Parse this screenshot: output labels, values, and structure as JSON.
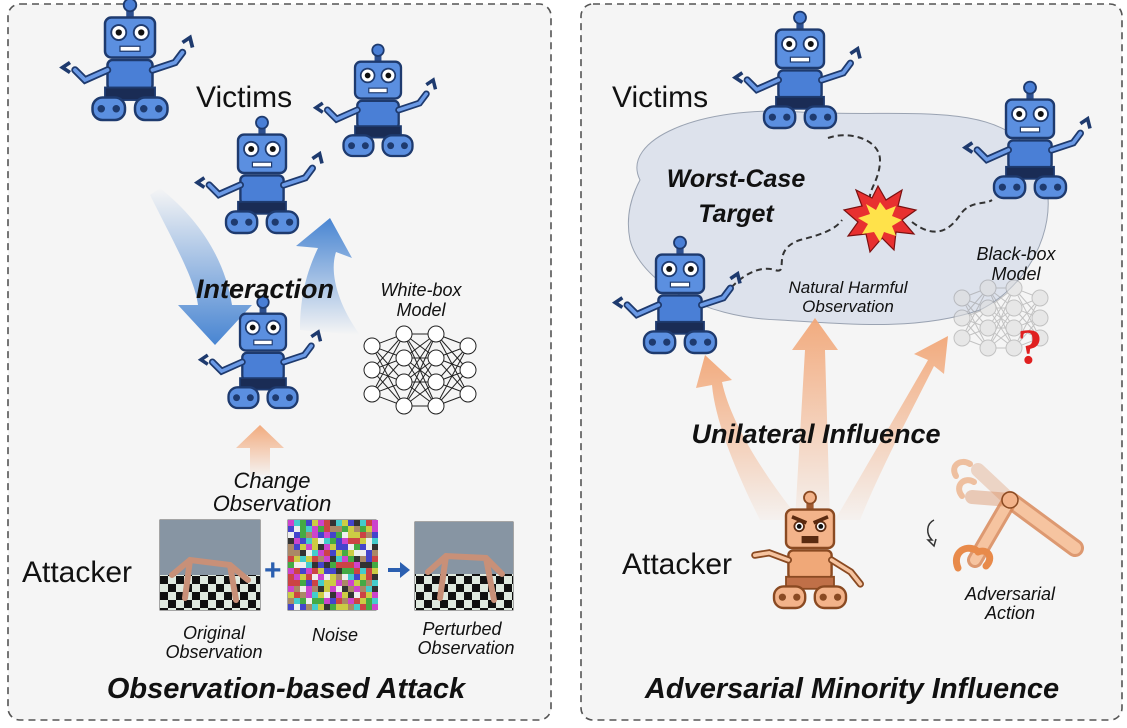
{
  "left_panel": {
    "title": "Observation-based Attack",
    "victims_label": "Victims",
    "interaction_label": "Interaction",
    "model_label_line1": "White-box",
    "model_label_line2": "Model",
    "change_obs_line1": "Change",
    "change_obs_line2": "Observation",
    "attacker_label": "Attacker",
    "original_line1": "Original",
    "original_line2": "Observation",
    "noise_label": "Noise",
    "perturbed_line1": "Perturbed",
    "perturbed_line2": "Observation"
  },
  "right_panel": {
    "title": "Adversarial Minority Influence",
    "victims_label": "Victims",
    "worst_case_line1": "Worst-Case",
    "worst_case_line2": "Target",
    "harmful_line1": "Natural Harmful",
    "harmful_line2": "Observation",
    "blackbox_line1": "Black-box",
    "blackbox_line2": "Model",
    "question_mark": "?",
    "unilateral_label": "Unilateral Influence",
    "attacker_label": "Attacker",
    "adv_action_line1": "Adversarial",
    "adv_action_line2": "Action"
  },
  "colors": {
    "victim_robot": "#4a7fd6",
    "attacker_robot": "#f3b38a",
    "blue_arrow": "#3f7fd0",
    "orange_arrow": "#f2a778",
    "panel_bg": "#f5f5f5",
    "blob": "#dde2ec",
    "question": "#e02020"
  }
}
